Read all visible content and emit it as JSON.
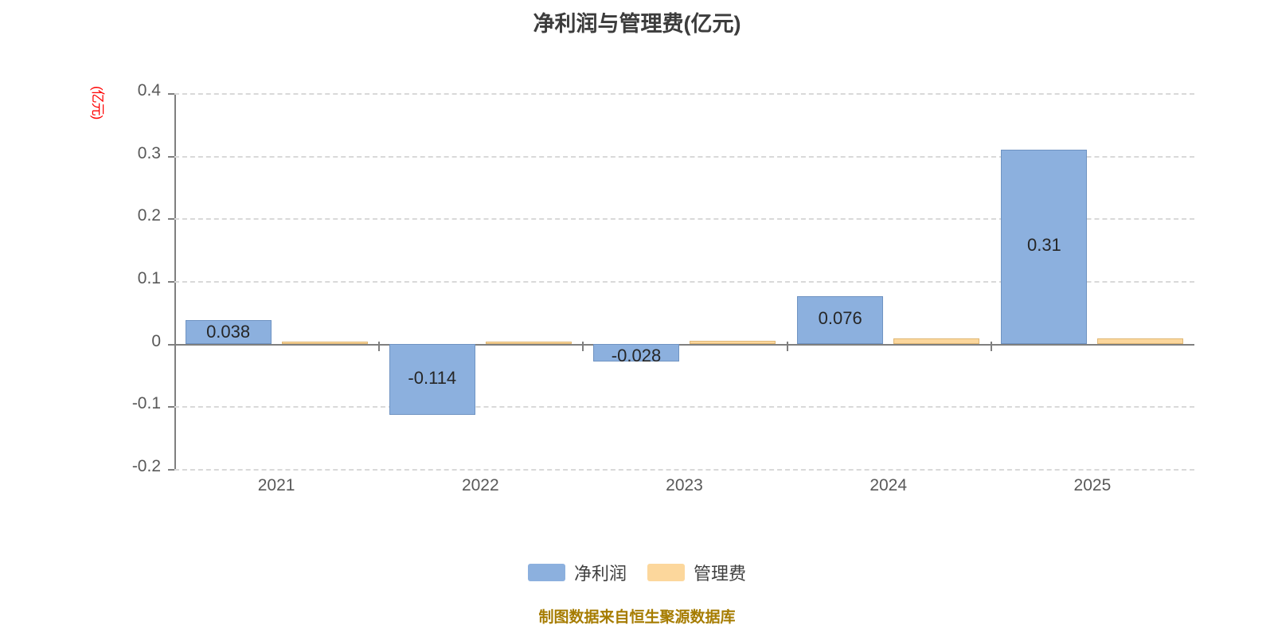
{
  "chart_data": {
    "type": "bar",
    "title": "净利润与管理费(亿元)",
    "xlabel": "",
    "ylabel": "(亿元)",
    "ylim": [
      -0.2,
      0.4
    ],
    "yticks": [
      "0.4",
      "0.3",
      "0.2",
      "0.1",
      "0",
      "-0.1",
      "-0.2"
    ],
    "ytick_values": [
      0.4,
      0.3,
      0.2,
      0.1,
      0,
      -0.1,
      -0.2
    ],
    "grid": true,
    "legend_position": "bottom",
    "categories": [
      "2021",
      "2022",
      "2023",
      "2024",
      "2025"
    ],
    "series": [
      {
        "name": "净利润",
        "color": "#8cb0de",
        "values": [
          0.038,
          -0.114,
          -0.028,
          0.076,
          0.31
        ],
        "labels": [
          "0.038",
          "-0.114",
          "-0.028",
          "0.076",
          "0.31"
        ]
      },
      {
        "name": "管理费",
        "color": "#fcd79c",
        "values": [
          0.004,
          0.004,
          0.005,
          0.008,
          0.009
        ],
        "labels": [
          "",
          "",
          "",
          "",
          ""
        ]
      }
    ],
    "footer_note": "制图数据来自恒生聚源数据库"
  },
  "colors": {
    "profit": "#8cb0de",
    "expense": "#fcd79c",
    "axis": "#7f7f7f",
    "grid": "#d9d9d9",
    "title_text": "#3c3c3c",
    "tick_text": "#595959",
    "unit_text": "#ff0000",
    "footer_text": "#a67c00",
    "background": "#ffffff"
  }
}
